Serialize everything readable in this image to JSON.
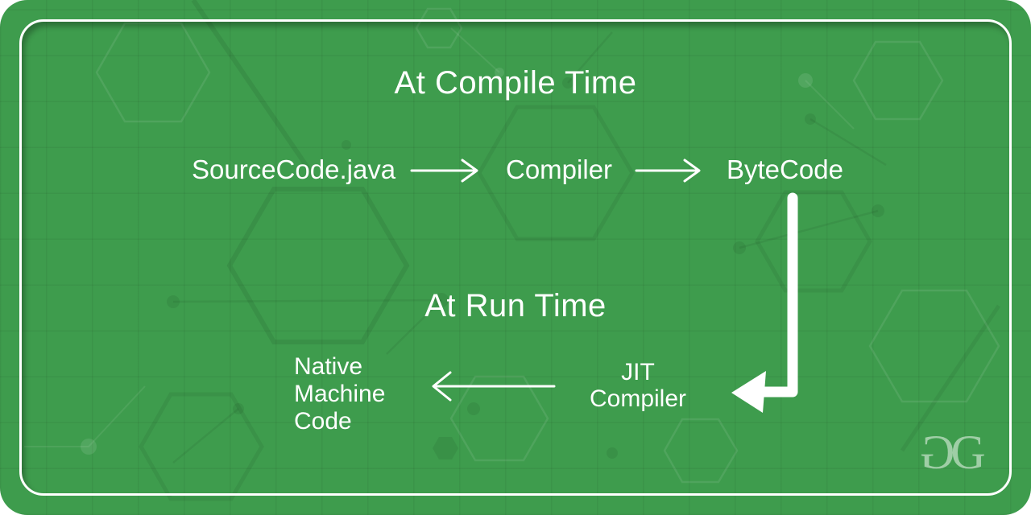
{
  "titles": {
    "compile": "At Compile Time",
    "run": "At Run Time"
  },
  "compile_flow": {
    "source_label": "SourceCode.java",
    "compiler_label": "Compiler",
    "bytecode_label": "ByteCode"
  },
  "run_flow": {
    "jit_lines": [
      "JIT",
      "Compiler"
    ],
    "native_lines": [
      "Native",
      "Machine",
      "Code"
    ]
  },
  "logo": {
    "glyph_left": "G",
    "glyph_right": "G"
  },
  "colors": {
    "background_green": "#3e9c4d",
    "text_white": "#ffffff",
    "frame_white": "#ffffff",
    "logo_tint": "rgba(255,255,255,0.5)"
  }
}
